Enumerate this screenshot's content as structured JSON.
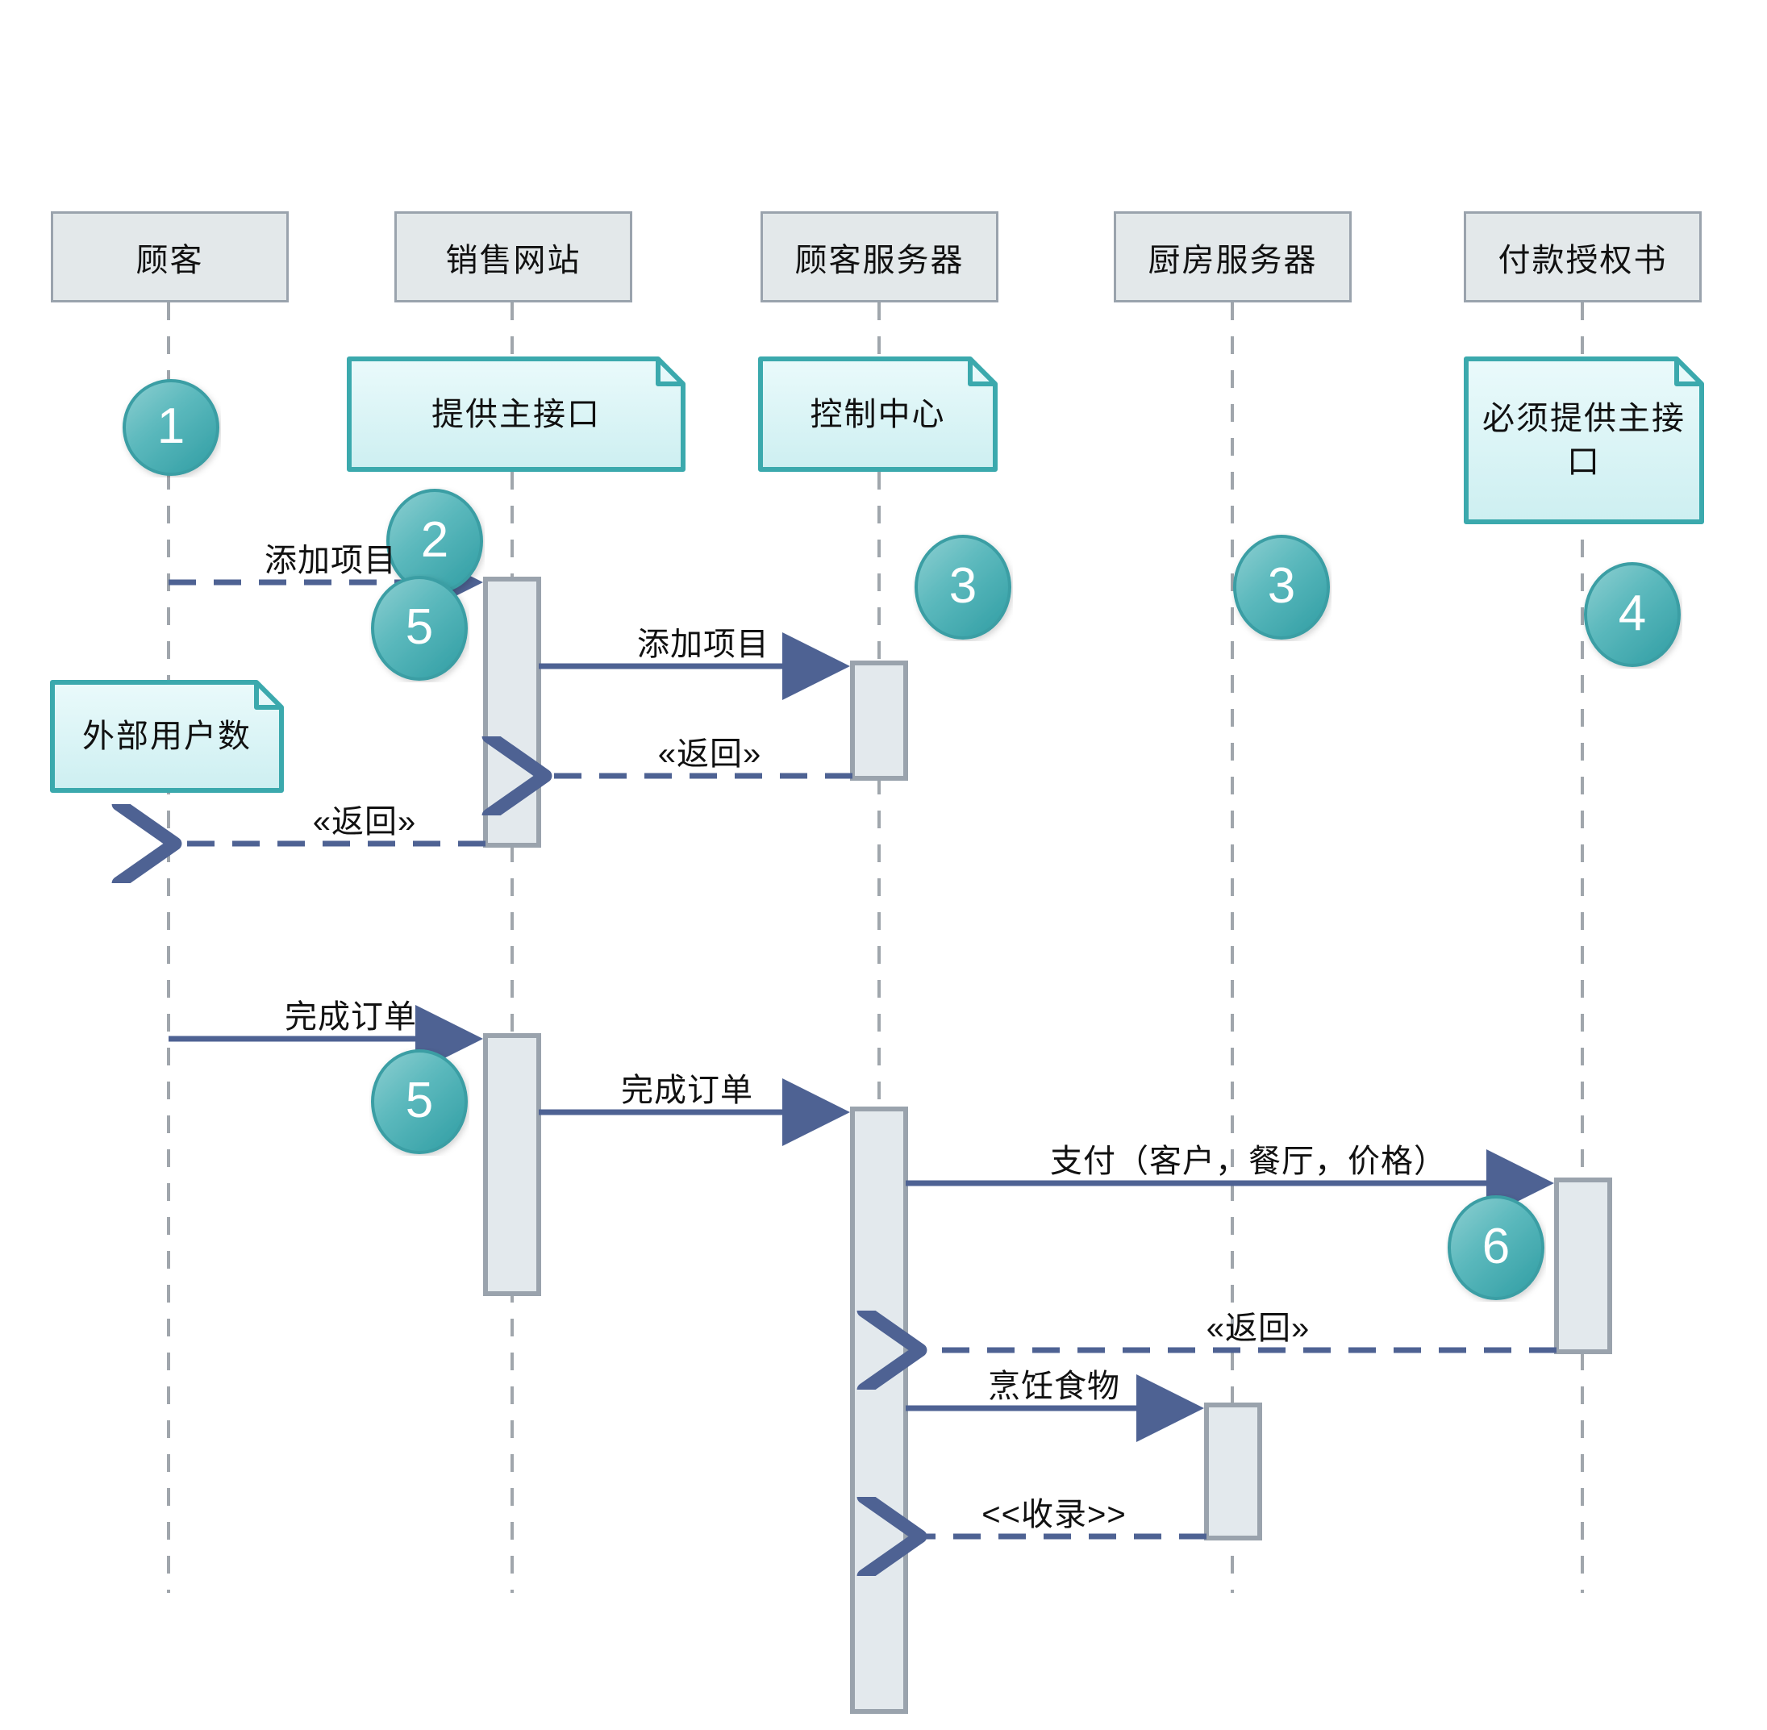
{
  "diagram": {
    "type": "uml-sequence-diagram",
    "title": "",
    "colors": {
      "lifeline_header_fill": "#e3e8ea",
      "lifeline_header_stroke": "#9aa3ad",
      "lifeline_dash": "#a0a6ac",
      "activation_fill": "#e3e9ed",
      "activation_stroke": "#9aa3ad",
      "message_line": "#5b6e9e",
      "note_fill": "#ddf3f4",
      "note_stroke": "#3ba9ad",
      "badge_fill": "#4fb3b8",
      "badge_text": "#ffffff",
      "text": "#111111",
      "background": "#ffffff"
    }
  },
  "lifelines": [
    {
      "id": "customer",
      "label": "顾客"
    },
    {
      "id": "sales_site",
      "label": "销售网站"
    },
    {
      "id": "cust_srv",
      "label": "顾客服务器"
    },
    {
      "id": "kitchen",
      "label": "厨房服务器"
    },
    {
      "id": "payment",
      "label": "付款授权书"
    }
  ],
  "notes": [
    {
      "id": "note_sales",
      "text": "提供主接口",
      "attached_to": "sales_site"
    },
    {
      "id": "note_custsrv",
      "text": "控制中心",
      "attached_to": "cust_srv"
    },
    {
      "id": "note_payment",
      "text": "必须提供主接口",
      "attached_to": "payment"
    },
    {
      "id": "note_external",
      "text": "外部用户数",
      "attached_to": "customer"
    }
  ],
  "badges": [
    {
      "id": "badge_1",
      "number": "1"
    },
    {
      "id": "badge_2",
      "number": "2"
    },
    {
      "id": "badge_3a",
      "number": "3"
    },
    {
      "id": "badge_3b",
      "number": "3"
    },
    {
      "id": "badge_4",
      "number": "4"
    },
    {
      "id": "badge_5a",
      "number": "5"
    },
    {
      "id": "badge_5b",
      "number": "5"
    },
    {
      "id": "badge_6",
      "number": "6"
    }
  ],
  "messages": [
    {
      "id": "msg_add_item_1",
      "label": "添加项目",
      "from": "customer",
      "to": "sales_site",
      "style": "dashed",
      "arrow": "solid-head",
      "direction": "right"
    },
    {
      "id": "msg_add_item_2",
      "label": "添加项目",
      "from": "sales_site",
      "to": "cust_srv",
      "style": "solid",
      "arrow": "solid-head",
      "direction": "right"
    },
    {
      "id": "msg_return_1",
      "label": "«返回»",
      "from": "cust_srv",
      "to": "sales_site",
      "style": "dashed",
      "arrow": "open-head",
      "direction": "left"
    },
    {
      "id": "msg_return_2",
      "label": "«返回»",
      "from": "sales_site",
      "to": "customer",
      "style": "dashed",
      "arrow": "open-head",
      "direction": "left"
    },
    {
      "id": "msg_finish_1",
      "label": "完成订单",
      "from": "customer",
      "to": "sales_site",
      "style": "solid",
      "arrow": "solid-head",
      "direction": "right"
    },
    {
      "id": "msg_finish_2",
      "label": "完成订单",
      "from": "sales_site",
      "to": "cust_srv",
      "style": "solid",
      "arrow": "solid-head",
      "direction": "right"
    },
    {
      "id": "msg_pay",
      "label": "支付（客户，餐厅，价格）",
      "from": "cust_srv",
      "to": "payment",
      "style": "solid",
      "arrow": "solid-head",
      "direction": "right"
    },
    {
      "id": "msg_return_3",
      "label": "«返回»",
      "from": "payment",
      "to": "cust_srv",
      "style": "dashed",
      "arrow": "open-head",
      "direction": "left"
    },
    {
      "id": "msg_cook",
      "label": "烹饪食物",
      "from": "cust_srv",
      "to": "kitchen",
      "style": "solid",
      "arrow": "solid-head",
      "direction": "right"
    },
    {
      "id": "msg_include",
      "label": "<<收录>>",
      "from": "kitchen",
      "to": "cust_srv",
      "style": "dashed",
      "arrow": "open-head",
      "direction": "left"
    }
  ]
}
